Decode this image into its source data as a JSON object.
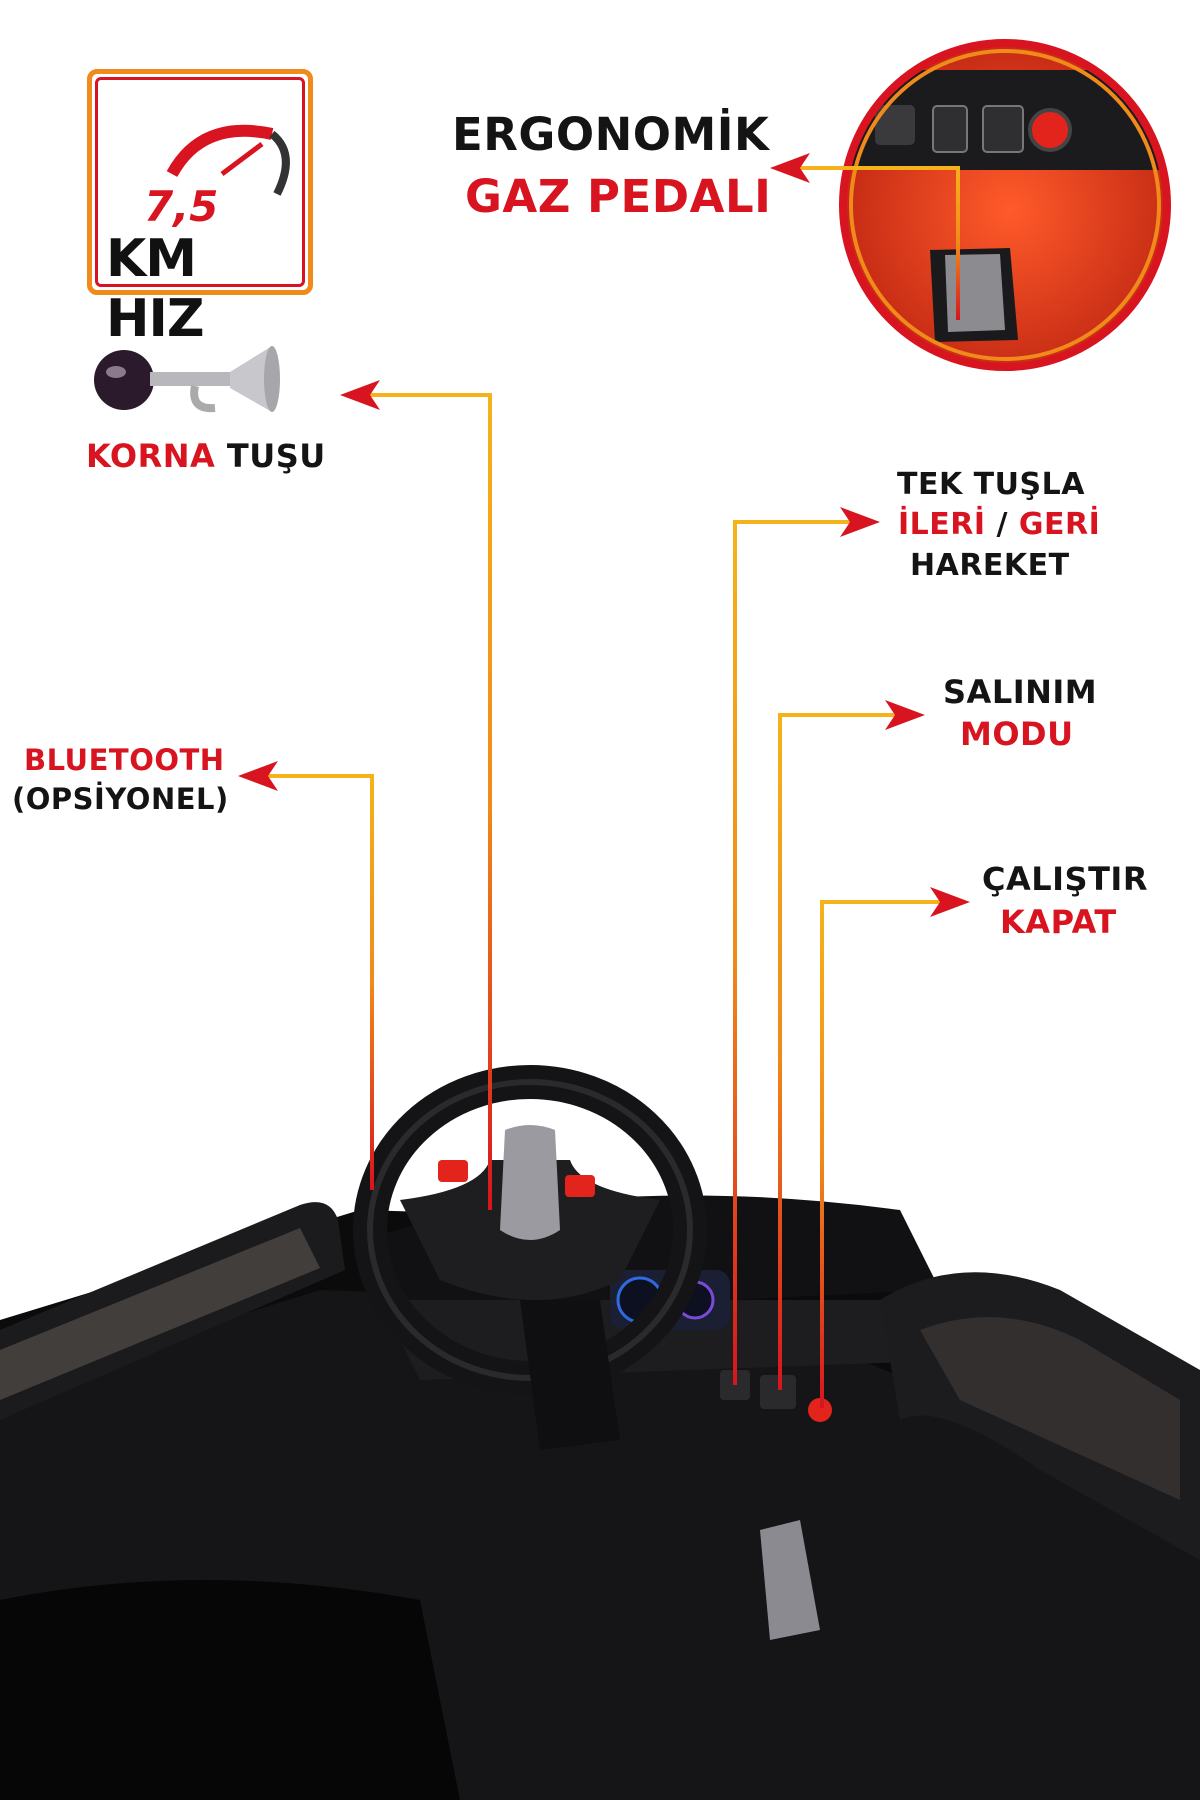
{
  "speed_badge": {
    "value": "7,5",
    "unit": "KM HIZ"
  },
  "horn": {
    "label_red": "KORNA",
    "label_dark": "TUŞU"
  },
  "gas_pedal": {
    "line1": "ERGONOMİK",
    "line2": "GAZ PEDALI"
  },
  "direction": {
    "line1": "TEK TUŞLA",
    "line2_a": "İLERİ",
    "line2_sep": "/",
    "line2_b": "GERİ",
    "line3": "HAREKET"
  },
  "swing": {
    "line1": "SALINIM",
    "line2": "MODU"
  },
  "power": {
    "line1": "ÇALIŞTIR",
    "line2": "KAPAT"
  },
  "bluetooth": {
    "line1": "BLUETOOTH",
    "line2": "(OPSİYONEL)"
  },
  "colors": {
    "accent_red": "#d7141f",
    "accent_orange": "#f08a1a",
    "text_dark": "#141414"
  },
  "icons": [
    "speedometer-icon",
    "horn-icon",
    "arrow-icon"
  ]
}
